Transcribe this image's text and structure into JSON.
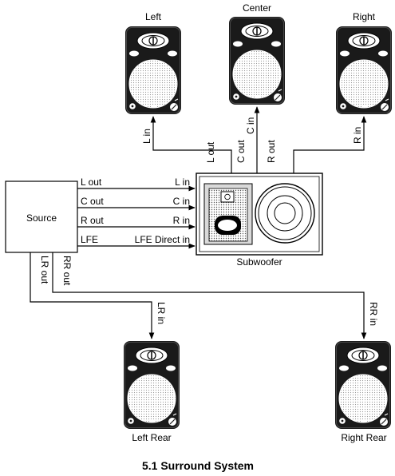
{
  "title": "5.1 Surround System",
  "source": {
    "label": "Source"
  },
  "subwoofer": {
    "label": "Subwoofer"
  },
  "speakers": {
    "left": {
      "label": "Left",
      "input": "L in"
    },
    "center": {
      "label": "Center",
      "input": "C in"
    },
    "right": {
      "label": "Right",
      "input": "R in"
    },
    "left_rear": {
      "label": "Left Rear",
      "input": "LR in"
    },
    "right_rear": {
      "label": "Right Rear",
      "input": "RR in"
    }
  },
  "source_outputs": {
    "l": "L out",
    "c": "C out",
    "r": "R out",
    "lfe": "LFE",
    "lr": "LR out",
    "rr": "RR out"
  },
  "sub_inputs": {
    "l": "L in",
    "c": "C in",
    "r": "R in",
    "lfe": "LFE Direct in"
  },
  "sub_outputs": {
    "l": "L out",
    "c": "C out",
    "r": "R out"
  },
  "icons": {
    "speaker": "studio-monitor-icon",
    "subwoofer": "subwoofer-icon"
  }
}
